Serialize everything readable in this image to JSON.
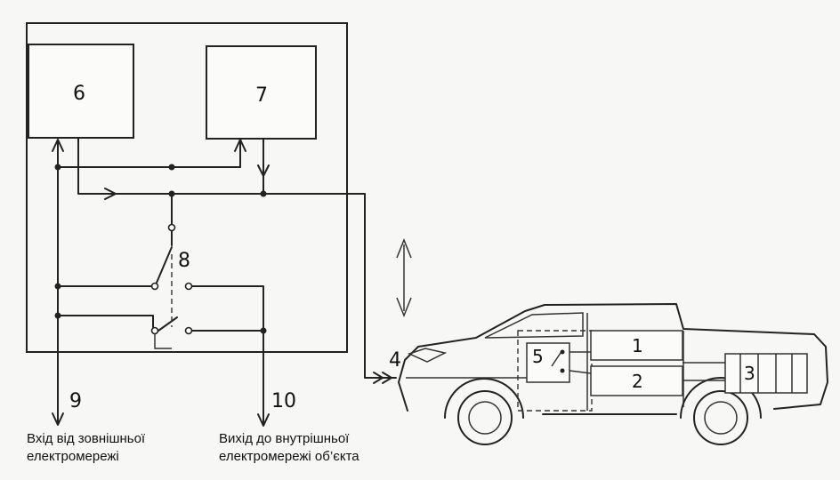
{
  "labels": {
    "block_6": "6",
    "block_7": "7",
    "switch_8": "8",
    "connector_4": "4",
    "switch_5": "5",
    "unit_1": "1",
    "unit_2": "2",
    "battery_3": "3",
    "line_9": "9",
    "line_10": "10"
  },
  "captions": {
    "input_line1": "Вхід від зовнішньої",
    "input_line2": "електромережі",
    "output_line1": "Вихід до внутрішньої",
    "output_line2": "електромережі об’єкта"
  }
}
